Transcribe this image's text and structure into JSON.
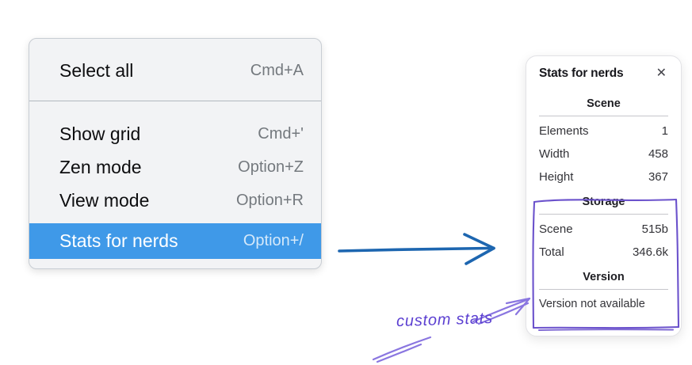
{
  "menu": {
    "items": [
      {
        "label": "Select all",
        "shortcut": "Cmd+A"
      },
      {
        "label": "Show grid",
        "shortcut": "Cmd+'"
      },
      {
        "label": "Zen mode",
        "shortcut": "Option+Z"
      },
      {
        "label": "View mode",
        "shortcut": "Option+R"
      },
      {
        "label": "Stats for nerds",
        "shortcut": "Option+/",
        "selected": true
      }
    ]
  },
  "panel": {
    "title": "Stats for nerds",
    "close_icon": "✕",
    "sections": [
      {
        "title": "Scene",
        "rows": [
          {
            "label": "Elements",
            "value": "1"
          },
          {
            "label": "Width",
            "value": "458"
          },
          {
            "label": "Height",
            "value": "367"
          }
        ]
      },
      {
        "title": "Storage",
        "rows": [
          {
            "label": "Scene",
            "value": "515b"
          },
          {
            "label": "Total",
            "value": "346.6k"
          }
        ]
      },
      {
        "title": "Version",
        "note": "Version not available"
      }
    ]
  },
  "annotation": {
    "label": "custom stats"
  },
  "colors": {
    "menu_highlight": "#3f99e8",
    "arrow_blue": "#1d66b0",
    "annotation_purple": "#6b52cc",
    "annotation_purple_light": "#8a76e0",
    "annotation_text": "#5b3fd1"
  }
}
